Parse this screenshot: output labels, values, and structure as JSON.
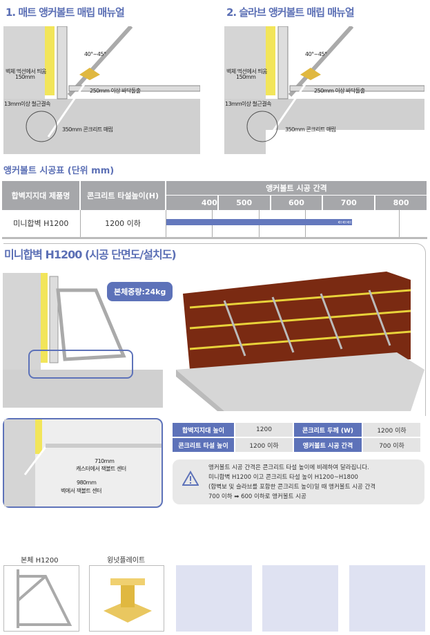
{
  "section1": {
    "title": "1. 매트 앵커볼트 매립 매뉴얼",
    "labels": {
      "angle": "40°~45°",
      "wall_offset": "벽체 먹선에서 띄움",
      "wall_offset_val": "150mm",
      "slab_edge": "250mm 이상 바닥돌출",
      "rebar": "13mm이상 철근결속",
      "embed": "350mm 콘크리트 매립"
    }
  },
  "section2": {
    "title": "2. 슬라브 앵커볼트 매립 매뉴얼",
    "labels": {
      "angle": "40°~45°",
      "wall_offset": "벽체 먹선에서 띄움",
      "wall_offset_val": "150mm",
      "slab_edge": "250mm 이상 바닥돌출",
      "rebar": "13mm이상 철근결속",
      "embed": "350mm 콘크리트 매립"
    }
  },
  "anchor_table": {
    "title": "앵커볼트 시공표 (단위 mm)",
    "headers": [
      "합벽지지대 제품명",
      "콘크리트 타설높이(H)",
      "앵커볼트 시공 간격"
    ],
    "scale": [
      "400",
      "500",
      "600",
      "700",
      "800"
    ],
    "rows": [
      {
        "product": "미니합벽 H1200",
        "height": "1200 이하",
        "spacing_max": 700,
        "arrows": "⇐⇐⇐"
      }
    ],
    "bar_color": "#6478bd"
  },
  "section3": {
    "title": "미니합벽 H1200 (시공 단면도/설치도)",
    "weight": "본체중량:24kg",
    "dim1": "710mm",
    "dim1_label": "캐스터에서 잭볼트 센터",
    "dim2": "980mm",
    "dim2_label": "벽에서 잭볼트 센터"
  },
  "specs": [
    [
      "합벽지지대 높이",
      "1200",
      "콘크리트 두께 (W)",
      "1200 이하"
    ],
    [
      "콘크리트 타설 높이",
      "1200 이하",
      "앵커볼트 시공 간격",
      "700 이하"
    ]
  ],
  "note": [
    "앵커볼트 시공 간격은 콘크리트 타설 높이에 비례하여 달라집니다.",
    "미니합벽 H1200 이고 콘크리트 타설 높이 H1200~H1800",
    "(합벽보 및 슬라브를 포함한 콘크리트 높이)일 때 앵커볼트 시공 간격",
    "700 이하 ➡ 600 이하로 앵커볼트 시공"
  ],
  "parts": [
    {
      "label": "본체 H1200"
    },
    {
      "label": "윙넛플레이트"
    }
  ]
}
